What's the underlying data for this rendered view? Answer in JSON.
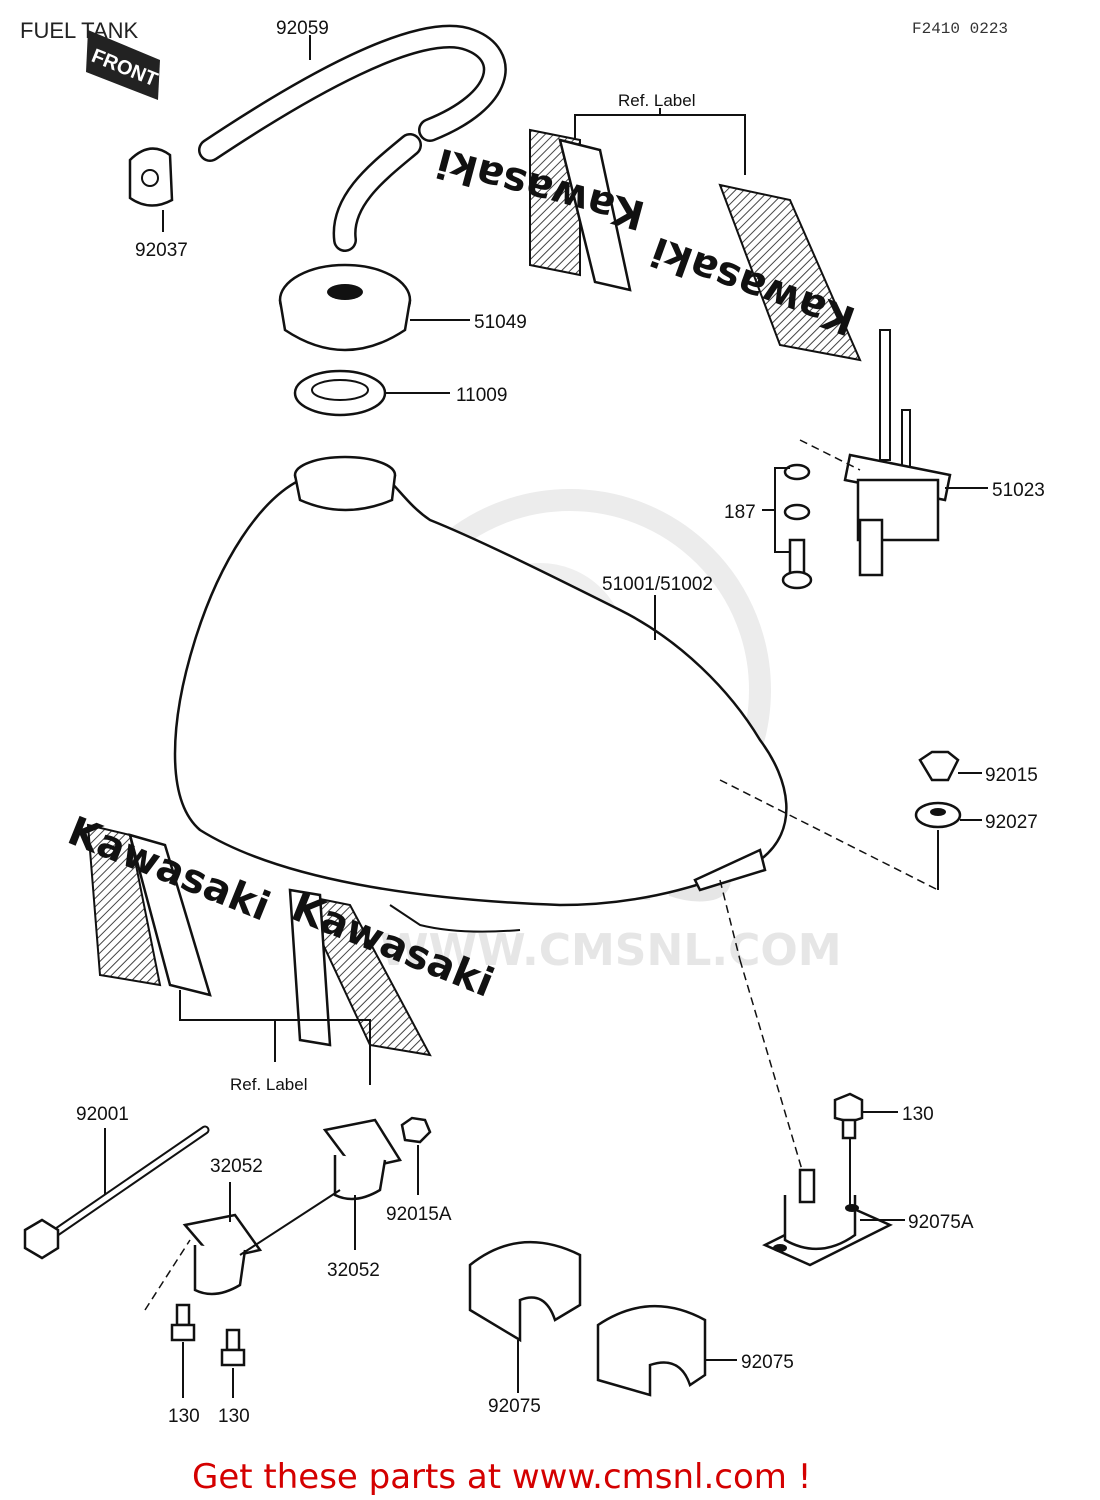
{
  "header": {
    "title": "FUEL TANK",
    "diagram_code": "F2410 0223"
  },
  "decals": {
    "front": "FRONT",
    "brand": "Kawasaki"
  },
  "labels": {
    "hose": "92059",
    "clamp": "92037",
    "cap": "51049",
    "gasket": "11009",
    "ref_label_top": "Ref. Label",
    "fuel_cock": "51023",
    "washers": "187",
    "tank": "51001/51002",
    "nut": "92015",
    "damper_top": "92027",
    "ref_label_bottom": "Ref. Label",
    "bolt_long": "92001",
    "bracket_left": "32052",
    "bracket_right": "32052",
    "nut_small": "92015A",
    "bolt_right": "130",
    "damper_mount": "92075A",
    "bolt_left_1": "130",
    "bolt_left_2": "130",
    "damper_left": "92075",
    "damper_right": "92075"
  },
  "watermark": {
    "logo_text": "CMS",
    "url_text": "WWW.CMSNL.COM"
  },
  "footer": {
    "cta": "Get these parts at www.cmsnl.com !"
  }
}
